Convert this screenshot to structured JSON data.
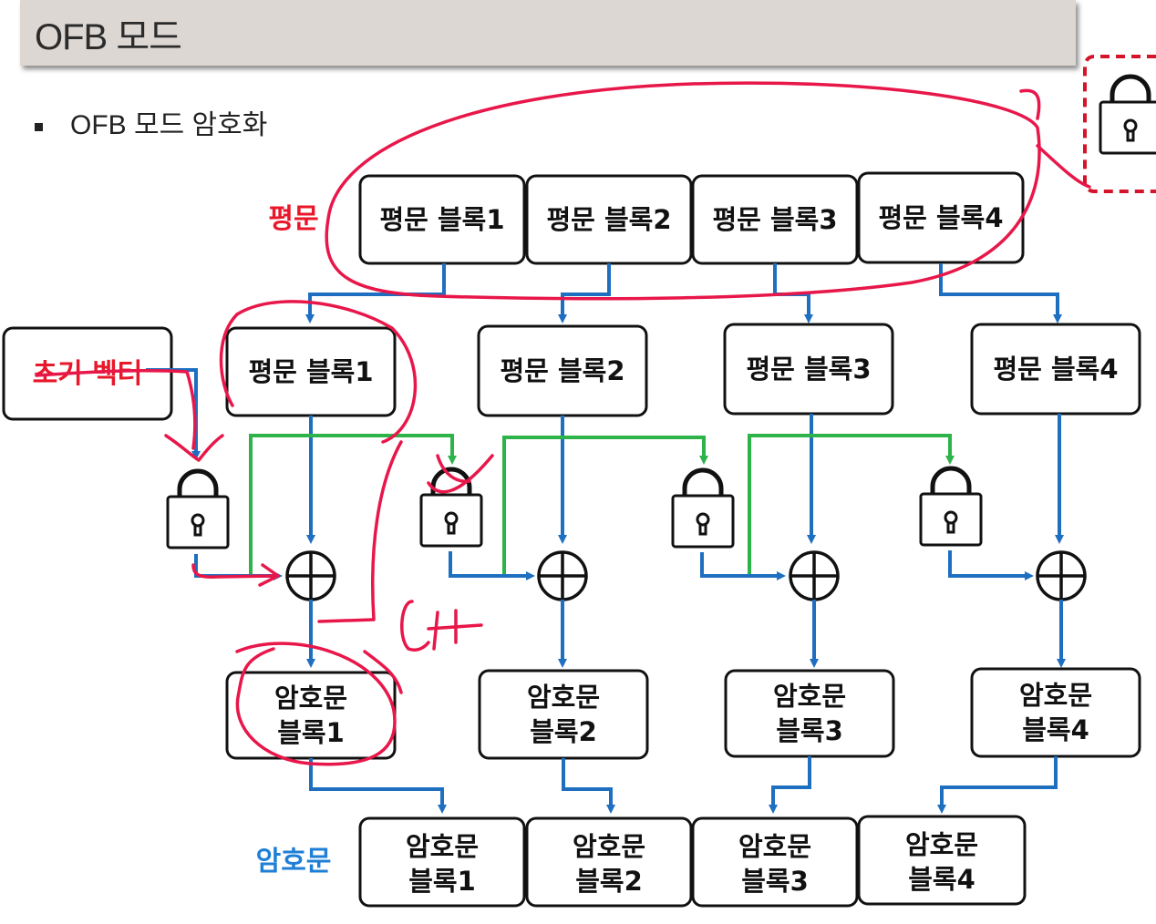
{
  "header": {
    "title": "OFB 모드"
  },
  "bullet": {
    "text": "OFB 모드 암호화"
  },
  "labels": {
    "plaintext": "평문",
    "iv": "초기 벡터",
    "ciphertext": "암호문"
  },
  "top_plain_blocks": [
    "평문 블록1",
    "평문 블록2",
    "평문 블록3",
    "평문 블록4"
  ],
  "plain_blocks": [
    "평문 블록1",
    "평문 블록2",
    "평문 블록3",
    "평문 블록4"
  ],
  "cipher_blocks": [
    [
      "암호문",
      "블록1"
    ],
    [
      "암호문",
      "블록2"
    ],
    [
      "암호문",
      "블록3"
    ],
    [
      "암호문",
      "블록4"
    ]
  ],
  "bottom_cipher_blocks": [
    [
      "암호문",
      "블록1"
    ],
    [
      "암호문",
      "블록2"
    ],
    [
      "암호문",
      "블록3"
    ],
    [
      "암호문",
      "블록4"
    ]
  ],
  "colors": {
    "flow": "#1f6fc1",
    "feedback": "#2db34a",
    "annotation": "#e8174a",
    "plaintext_label": "#e8172a",
    "cipher_label": "#1f7fd6"
  },
  "icons": [
    "lock-icon",
    "xor-icon"
  ]
}
